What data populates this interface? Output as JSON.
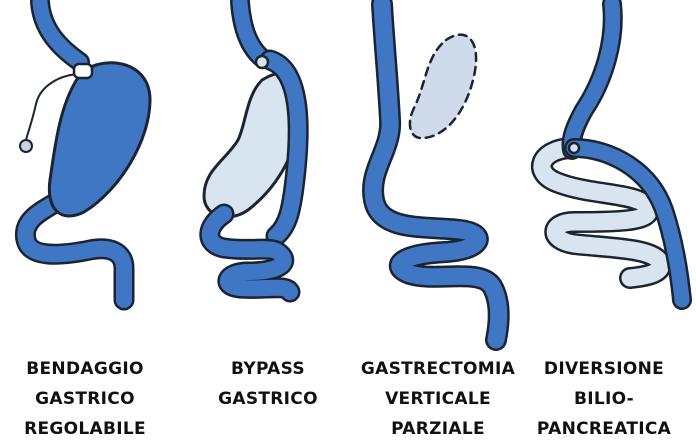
{
  "colors": {
    "stomach": "#3f77c4",
    "tube": "#4b7dc8",
    "pale": "#d8e4f0",
    "outline": "#1b2430",
    "text": "#111111"
  },
  "panels": [
    {
      "id": "bendaggio",
      "icon": "gastric-band-icon",
      "lines": [
        "BENDAGGIO",
        "GASTRICO",
        "REGOLABILE"
      ]
    },
    {
      "id": "bypass",
      "icon": "gastric-bypass-icon",
      "lines": [
        "BYPASS",
        "GASTRICO"
      ]
    },
    {
      "id": "gastrectomia",
      "icon": "sleeve-gastrectomy-icon",
      "lines": [
        "GASTRECTOMIA",
        "VERTICALE",
        "PARZIALE"
      ]
    },
    {
      "id": "diversione",
      "icon": "biliopancreatic-diversion-icon",
      "lines": [
        "DIVERSIONE",
        "BILIO-",
        "PANCREATICA"
      ]
    }
  ]
}
